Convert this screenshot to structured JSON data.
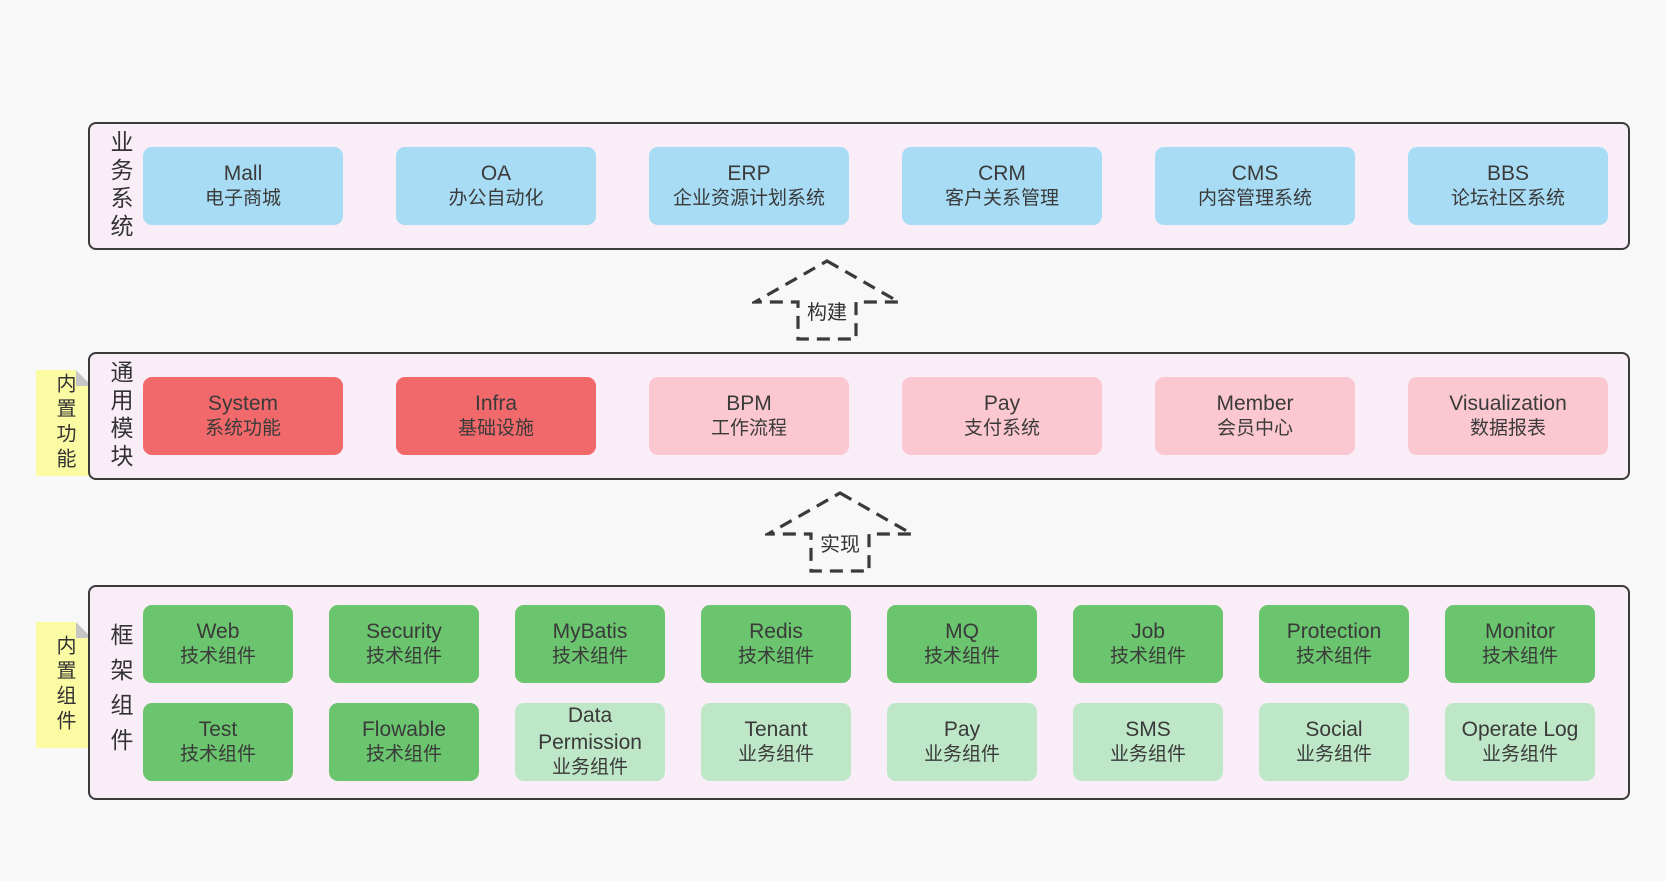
{
  "colors": {
    "page_bg": "#f8f8f8",
    "band_bg": "#f9eef7",
    "band_border": "#3b3b3b",
    "blue": "#a8dcf5",
    "red": "#f2696b",
    "pink": "#fbc8d2",
    "green": "#6bc46e",
    "light_green": "#bee7c7",
    "note_yellow": "#fbfba3",
    "note_fold": "#c6c6c6",
    "text": "#3a3a3a"
  },
  "arrows": [
    {
      "label": "构建"
    },
    {
      "label": "实现"
    }
  ],
  "layers": {
    "business": {
      "label": "业务系统",
      "items": [
        {
          "name": "Mall",
          "desc": "电子商城",
          "variant": "blue"
        },
        {
          "name": "OA",
          "desc": "办公自动化",
          "variant": "blue"
        },
        {
          "name": "ERP",
          "desc": "企业资源计划系统",
          "variant": "blue"
        },
        {
          "name": "CRM",
          "desc": "客户关系管理",
          "variant": "blue"
        },
        {
          "name": "CMS",
          "desc": "内容管理系统",
          "variant": "blue"
        },
        {
          "name": "BBS",
          "desc": "论坛社区系统",
          "variant": "blue"
        }
      ]
    },
    "modules": {
      "label": "通用模块",
      "tag": "内置功能",
      "items": [
        {
          "name": "System",
          "desc": "系统功能",
          "variant": "red"
        },
        {
          "name": "Infra",
          "desc": "基础设施",
          "variant": "red"
        },
        {
          "name": "BPM",
          "desc": "工作流程",
          "variant": "pink"
        },
        {
          "name": "Pay",
          "desc": "支付系统",
          "variant": "pink"
        },
        {
          "name": "Member",
          "desc": "会员中心",
          "variant": "pink"
        },
        {
          "name": "Visualization",
          "desc": "数据报表",
          "variant": "pink"
        }
      ]
    },
    "framework": {
      "label": "框架组件",
      "tag": "内置组件",
      "rows": [
        [
          {
            "name": "Web",
            "desc": "技术组件",
            "variant": "green"
          },
          {
            "name": "Security",
            "desc": "技术组件",
            "variant": "green"
          },
          {
            "name": "MyBatis",
            "desc": "技术组件",
            "variant": "green"
          },
          {
            "name": "Redis",
            "desc": "技术组件",
            "variant": "green"
          },
          {
            "name": "MQ",
            "desc": "技术组件",
            "variant": "green"
          },
          {
            "name": "Job",
            "desc": "技术组件",
            "variant": "green"
          },
          {
            "name": "Protection",
            "desc": "技术组件",
            "variant": "green"
          },
          {
            "name": "Monitor",
            "desc": "技术组件",
            "variant": "green"
          }
        ],
        [
          {
            "name": "Test",
            "desc": "技术组件",
            "variant": "green"
          },
          {
            "name": "Flowable",
            "desc": "技术组件",
            "variant": "green"
          },
          {
            "name": "Data Permission",
            "desc": "业务组件",
            "variant": "lightgreen"
          },
          {
            "name": "Tenant",
            "desc": "业务组件",
            "variant": "lightgreen"
          },
          {
            "name": "Pay",
            "desc": "业务组件",
            "variant": "lightgreen"
          },
          {
            "name": "SMS",
            "desc": "业务组件",
            "variant": "lightgreen"
          },
          {
            "name": "Social",
            "desc": "业务组件",
            "variant": "lightgreen"
          },
          {
            "name": "Operate Log",
            "desc": "业务组件",
            "variant": "lightgreen"
          }
        ]
      ]
    }
  }
}
